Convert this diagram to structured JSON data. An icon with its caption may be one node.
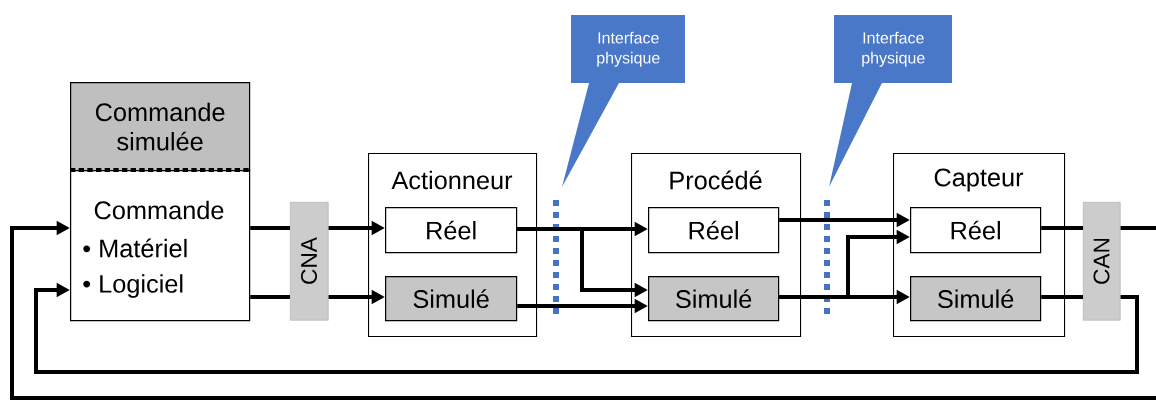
{
  "diagram": {
    "nodes": [
      {
        "text": [
          "Commande simulée"
        ]
      },
      {
        "text": [
          "Commande",
          "• Matériel",
          "• Logiciel"
        ]
      },
      {
        "text": [
          "CNA"
        ]
      },
      {
        "text": [
          "Actionneur"
        ]
      },
      {
        "text": [
          "Réel"
        ],
        "in": 3
      },
      {
        "text": [
          "Simulé"
        ],
        "in": 3
      },
      {
        "text": [
          "Procédé"
        ]
      },
      {
        "text": [
          "Réel"
        ],
        "in": 6
      },
      {
        "text": [
          "Simulé"
        ],
        "in": 6
      },
      {
        "text": [
          "Capteur"
        ]
      },
      {
        "text": [
          "Réel"
        ],
        "in": 9
      },
      {
        "text": [
          "Simulé"
        ],
        "in": 9
      },
      {
        "text": [
          "CAN"
        ]
      },
      {
        "text": [
          "Interface physique"
        ]
      },
      {
        "text": [
          "Interface physique"
        ]
      }
    ],
    "edges": [
      {
        "from": 1,
        "to": 2,
        "arrow": "none"
      },
      {
        "from": 2,
        "to": 4,
        "arrow": "to"
      },
      {
        "from": 1,
        "to": 2,
        "arrow": "none"
      },
      {
        "from": 2,
        "to": 5,
        "arrow": "to"
      },
      {
        "from": 4,
        "to": 7,
        "arrow": "to"
      },
      {
        "from": 4,
        "to": 8,
        "arrow": "to"
      },
      {
        "from": 5,
        "to": 8,
        "arrow": "to"
      },
      {
        "from": 7,
        "to": 10,
        "arrow": "to"
      },
      {
        "from": 8,
        "to": 10,
        "arrow": "to"
      },
      {
        "from": 8,
        "to": 11,
        "arrow": "to"
      },
      {
        "from": 10,
        "to": 12,
        "arrow": "none"
      },
      {
        "from": 12,
        "to": null,
        "arrow": "none"
      },
      {
        "from": null,
        "to": 1,
        "arrow": "to"
      },
      {
        "from": 11,
        "to": 12,
        "arrow": "none"
      },
      {
        "from": 12,
        "to": 1,
        "arrow": "to"
      }
    ]
  }
}
